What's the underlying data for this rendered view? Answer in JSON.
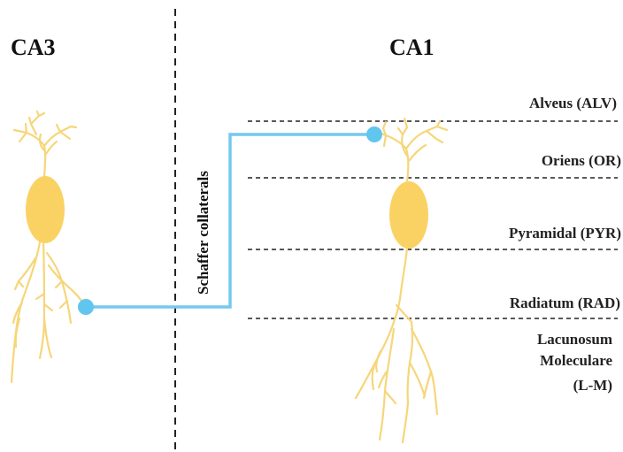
{
  "regions": {
    "ca3": "CA3",
    "ca1": "CA1"
  },
  "pathway": {
    "label": "Schaffer collaterals"
  },
  "layers": [
    {
      "label": "Alveus (ALV)"
    },
    {
      "label": "Oriens (OR)"
    },
    {
      "label": "Pyramidal (PYR)"
    },
    {
      "label": "Radiatum (RAD)"
    },
    {
      "label_lines": [
        "Lacunosum",
        "Moleculare",
        "(L-M)"
      ]
    }
  ],
  "colors": {
    "neuron": "#FAD264",
    "dendrite": "#F6D67A",
    "axon": "#75C8EE",
    "bouton": "#61C6EE",
    "text": "#111111"
  }
}
